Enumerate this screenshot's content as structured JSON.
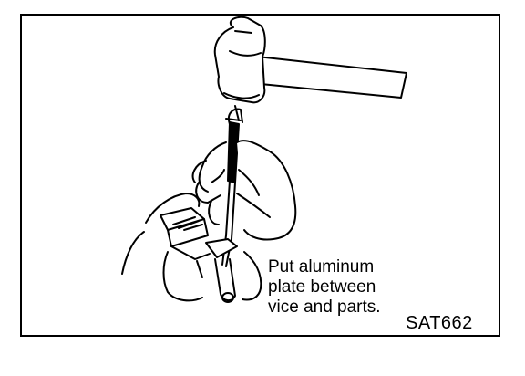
{
  "caption": {
    "lines": [
      "Put aluminum",
      "plate between",
      "vice and parts."
    ]
  },
  "figure_code": "SAT662",
  "colors": {
    "ink": "#000000",
    "paper": "#ffffff"
  }
}
